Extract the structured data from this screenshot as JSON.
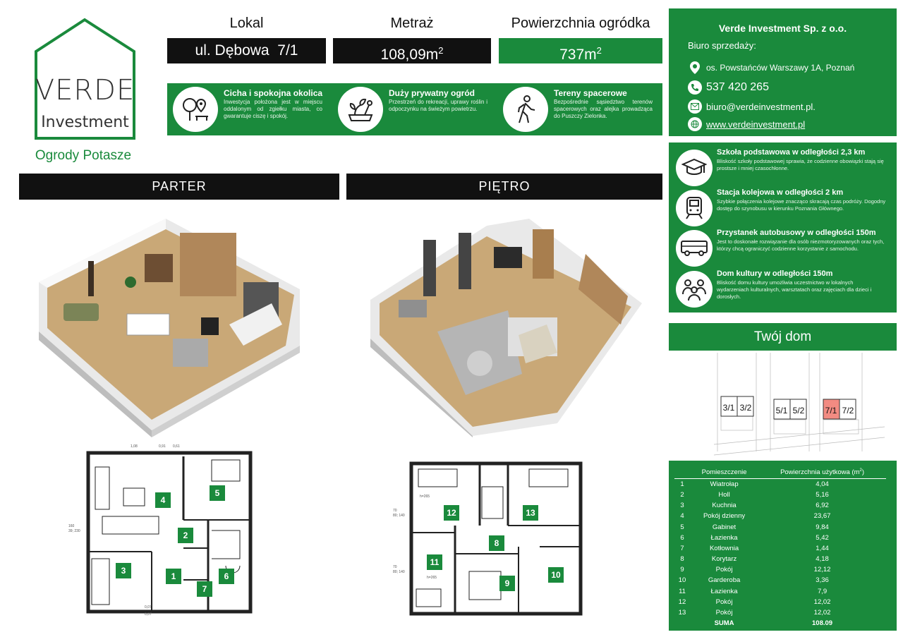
{
  "logo": {
    "word1": "VERDE",
    "word2": "Investment"
  },
  "project_name": "Ogrody Potasze",
  "header": {
    "lokal_label": "Lokal",
    "lokal_value": "ul. Dębowa  7/1",
    "metraz_label": "Metraż",
    "metraz_value": "108,09m",
    "ogrodek_label": "Powierzchnia ogródka",
    "ogrodek_value": "737m",
    "unit_sup": "2"
  },
  "features": [
    {
      "title": "Cicha i spokojna okolica",
      "desc": "Inwestycja położona jest w miejscu oddalonym od zgiełku miasta, co gwarantuje ciszę i spokój.",
      "icon": "tree-location-icon"
    },
    {
      "title": "Duży prywatny ogród",
      "desc": "Przestrzeń do rekreacji, uprawy roślin i odpoczynku na świeżym powietrzu.",
      "icon": "garden-icon"
    },
    {
      "title": "Tereny spacerowe",
      "desc": "Bezpośrednie sąsiedztwo terenów spacerowych oraz alejka prowadząca do Puszczy Zielonka.",
      "icon": "walking-icon"
    }
  ],
  "sections": {
    "parter": "PARTER",
    "pietro": "PIĘTRO"
  },
  "company": {
    "name": "Verde Investment Sp. z o.o.",
    "office_label": "Biuro sprzedaży:",
    "address": "os. Powstańców Warszawy 1A, Poznań",
    "phone": "537 420 265",
    "email": "biuro@verdeinvestment.pl.",
    "website": "www.verdeinvestment.pl"
  },
  "nearby": [
    {
      "title": "Szkoła podstawowa w odległości 2,3 km",
      "desc": "Bliskość szkoły podstawowej sprawia, że codzienne obowiązki stają się prostsze i mniej czasochłonne.",
      "icon": "graduation-cap-icon"
    },
    {
      "title": "Stacja kolejowa w odległości 2 km",
      "desc": "Szybkie połączenia kolejowe znacząco skracają czas podróży. Dogodny dostęp do szynobusu w kierunku Poznania Głównego.",
      "icon": "train-icon"
    },
    {
      "title": "Przystanek autobusowy w odległości 150m",
      "desc": "Jest to doskonałe rozwiązanie dla osób niezmotoryzowanych oraz tych, którzy chcą ograniczyć codzienne korzystanie z samochodu.",
      "icon": "bus-icon"
    },
    {
      "title": "Dom kultury w odległości 150m",
      "desc": "Bliskość domu kultury umożliwia uczestnictwo w lokalnych wydarzeniach kulturalnych, warsztatach oraz zajęciach dla dzieci i dorosłych.",
      "icon": "community-icon"
    }
  ],
  "twoj_dom": "Twój dom",
  "site_units": [
    "3/1",
    "3/2",
    "5/1",
    "5/2",
    "7/1",
    "7/2"
  ],
  "highlight_unit": "7/1",
  "table": {
    "col_room": "Pomieszczenie",
    "col_area": "Powierzchnia użytkowa (m",
    "col_area_sup": "2",
    "col_area_end": ")",
    "rows": [
      {
        "n": "1",
        "room": "Wiatrołap",
        "area": "4,04"
      },
      {
        "n": "2",
        "room": "Holl",
        "area": "5,16"
      },
      {
        "n": "3",
        "room": "Kuchnia",
        "area": "6,92"
      },
      {
        "n": "4",
        "room": "Pokój dzienny",
        "area": "23,67"
      },
      {
        "n": "5",
        "room": "Gabinet",
        "area": "9,84"
      },
      {
        "n": "6",
        "room": "Łazienka",
        "area": "5,42"
      },
      {
        "n": "7",
        "room": "Kotłownia",
        "area": "1,44"
      },
      {
        "n": "8",
        "room": "Korytarz",
        "area": "4,18"
      },
      {
        "n": "9",
        "room": "Pokój",
        "area": "12,12"
      },
      {
        "n": "10",
        "room": "Garderoba",
        "area": "3,36"
      },
      {
        "n": "11",
        "room": "Łazienka",
        "area": "7,9"
      },
      {
        "n": "12",
        "room": "Pokój",
        "area": "12,02"
      },
      {
        "n": "13",
        "room": "Pokój",
        "area": "12,02"
      }
    ],
    "sum_label": "SUMA",
    "sum_value": "108.09"
  },
  "parter_rooms": [
    "1",
    "2",
    "3",
    "4",
    "5",
    "6",
    "7"
  ],
  "pietro_rooms": [
    "8",
    "9",
    "10",
    "11",
    "12",
    "13"
  ]
}
